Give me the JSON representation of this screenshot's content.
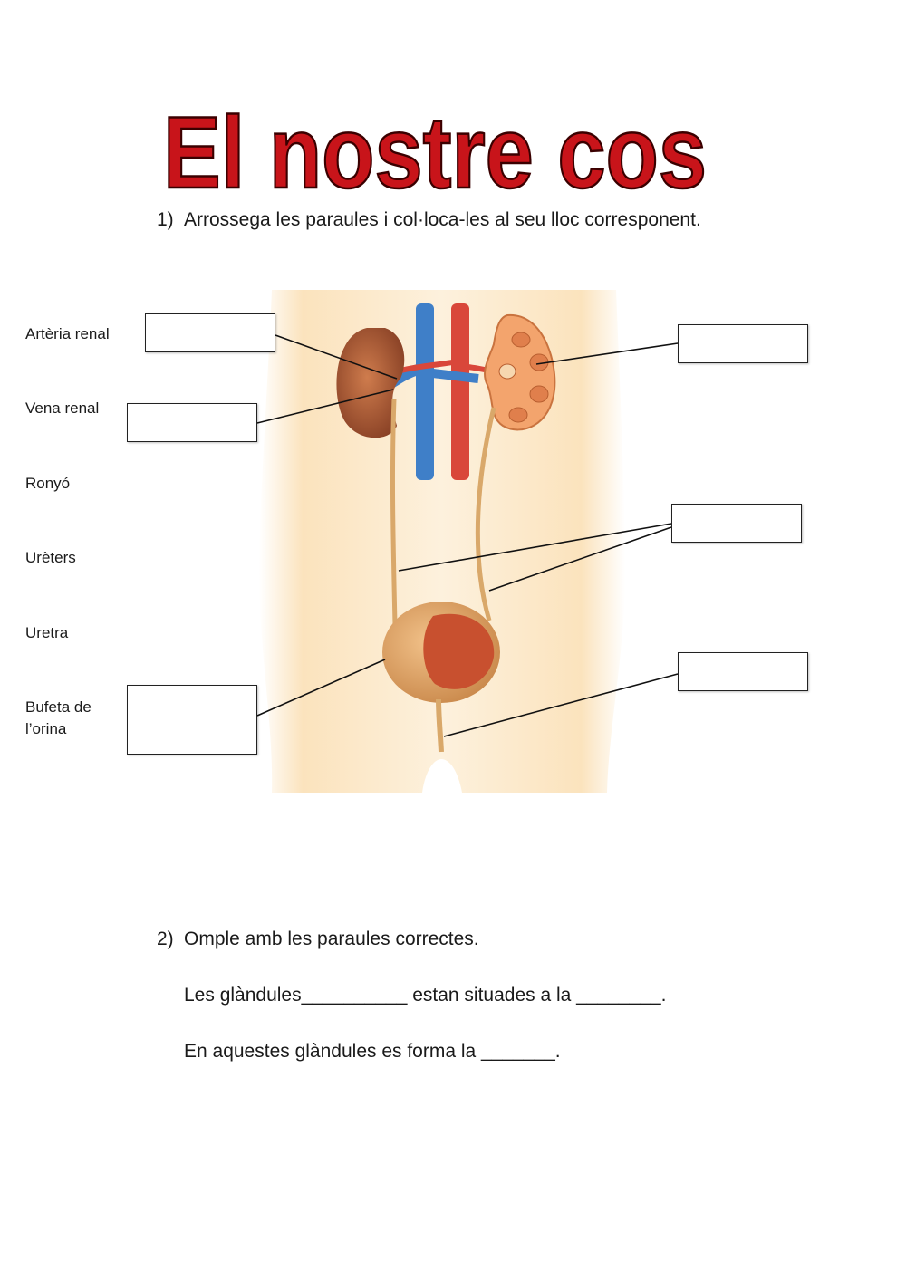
{
  "title": "El nostre cos",
  "question1": {
    "number": "1)",
    "text": "Arrossega les paraules i col·loca-les al seu lloc corresponent."
  },
  "word_bank": [
    "Artèria renal",
    "Vena renal",
    "Ronyó",
    "Urèters",
    "Uretra",
    "Bufeta de",
    "l’orina"
  ],
  "question2": {
    "number": "2)",
    "text": "Omple amb les paraules correctes.",
    "sentence1": "Les glàndules__________ estan situades a la ________.",
    "sentence2": "En aquestes glàndules es forma la _______."
  },
  "colors": {
    "title_fill": "#c8141a",
    "title_stroke": "#3a0000",
    "skin": "#f7d9a8",
    "kidney": "#b5633a",
    "vein": "#3f7fc8",
    "artery": "#d9473a",
    "bladder": "#e0a264"
  }
}
